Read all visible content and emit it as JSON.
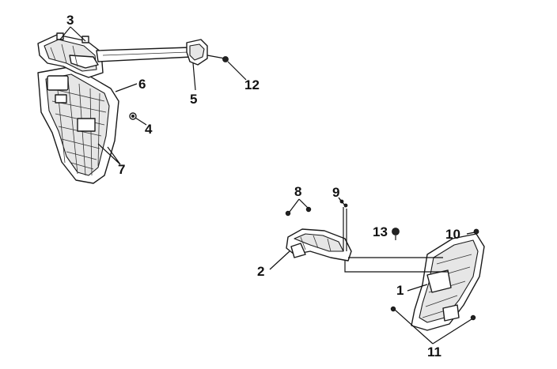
{
  "diagram": {
    "callouts": [
      {
        "id": "c3",
        "label": "3"
      },
      {
        "id": "c5",
        "label": "5"
      },
      {
        "id": "c12",
        "label": "12"
      },
      {
        "id": "c6",
        "label": "6"
      },
      {
        "id": "c4",
        "label": "4"
      },
      {
        "id": "c7",
        "label": "7"
      },
      {
        "id": "c8",
        "label": "8"
      },
      {
        "id": "c9",
        "label": "9"
      },
      {
        "id": "c13",
        "label": "13"
      },
      {
        "id": "c10",
        "label": "10"
      },
      {
        "id": "c2",
        "label": "2"
      },
      {
        "id": "c1",
        "label": "1"
      },
      {
        "id": "c11",
        "label": "11"
      }
    ]
  }
}
